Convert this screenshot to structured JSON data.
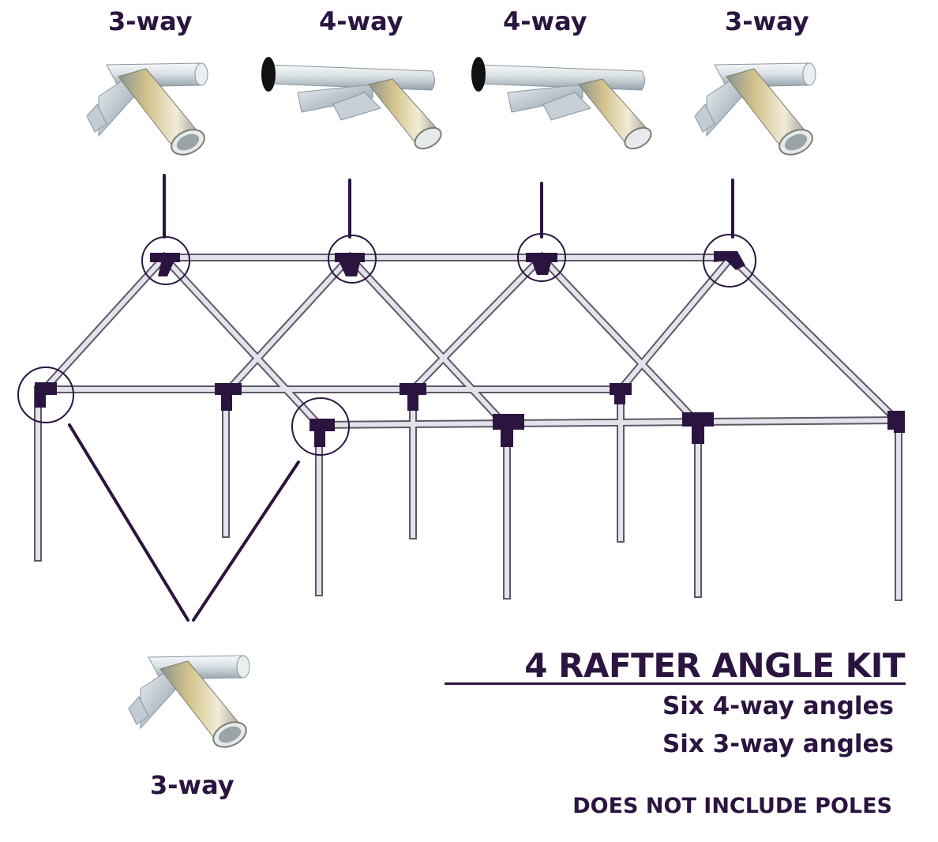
{
  "connector_labels": {
    "top": [
      "3-way",
      "4-way",
      "4-way",
      "3-way"
    ],
    "bottom": "3-way"
  },
  "kit": {
    "title": "4 RAFTER ANGLE KIT",
    "line1": "Six  4-way angles",
    "line2": "Six  3-way angles",
    "note": "DOES NOT INCLUDE POLES"
  },
  "colors": {
    "accent": "#2b1540",
    "pipe": "#d8d8e0",
    "pipe_edge": "#8a8394",
    "metal_light": "#eef2f4",
    "metal_dark": "#9aa8b0",
    "metal_gold": "#c9b67a"
  }
}
